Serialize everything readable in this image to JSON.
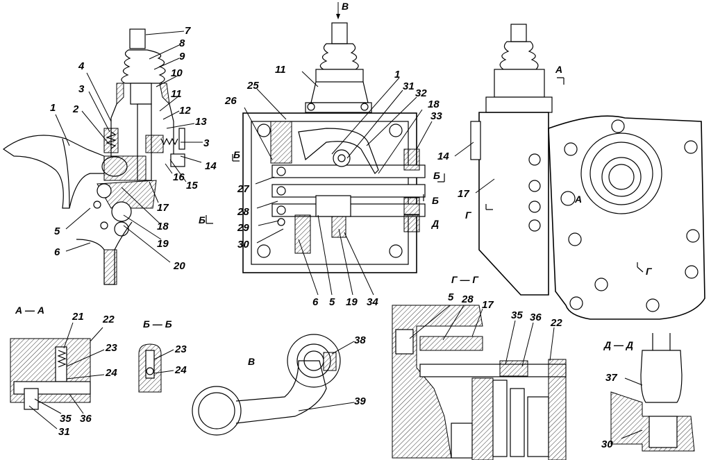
{
  "callouts": {
    "c1a": "1",
    "c1b": "1",
    "c2": "2",
    "c3a": "3",
    "c3b": "3",
    "c4": "4",
    "c5a": "5",
    "c5b": "5",
    "c5c": "5",
    "c6a": "6",
    "c6b": "6",
    "c7": "7",
    "c8": "8",
    "c9": "9",
    "c10": "10",
    "c11a": "11",
    "c11b": "11",
    "c12": "12",
    "c13": "13",
    "c14a": "14",
    "c14b": "14",
    "c15": "15",
    "c16": "16",
    "c17a": "17",
    "c17b": "17",
    "c17c": "17",
    "c18a": "18",
    "c18b": "18",
    "c19a": "19",
    "c19b": "19",
    "c20": "20",
    "c21": "21",
    "c22a": "22",
    "c22b": "22",
    "c23a": "23",
    "c23b": "23",
    "c24a": "24",
    "c24b": "24",
    "c25": "25",
    "c26": "26",
    "c27": "27",
    "c28a": "28",
    "c28b": "28",
    "c29": "29",
    "c30a": "30",
    "c30b": "30",
    "c31a": "31",
    "c31b": "31",
    "c32": "32",
    "c33": "33",
    "c34": "34",
    "c35a": "35",
    "c35b": "35",
    "c36a": "36",
    "c36b": "36",
    "c37": "37",
    "c38": "38",
    "c39": "39"
  },
  "section_marks": {
    "view_b_arrow": "В",
    "view_b_title": "В",
    "a_top": "А",
    "a_mid": "А",
    "g_left": "Г",
    "g_right": "Г",
    "b_left": "Б",
    "b_right": "Б",
    "b_right2": "Б",
    "d_right": "Д",
    "sec_aa": "А — А",
    "sec_bb": "Б — Б",
    "sec_gg": "Г — Г",
    "sec_dd": "Д — Д"
  }
}
